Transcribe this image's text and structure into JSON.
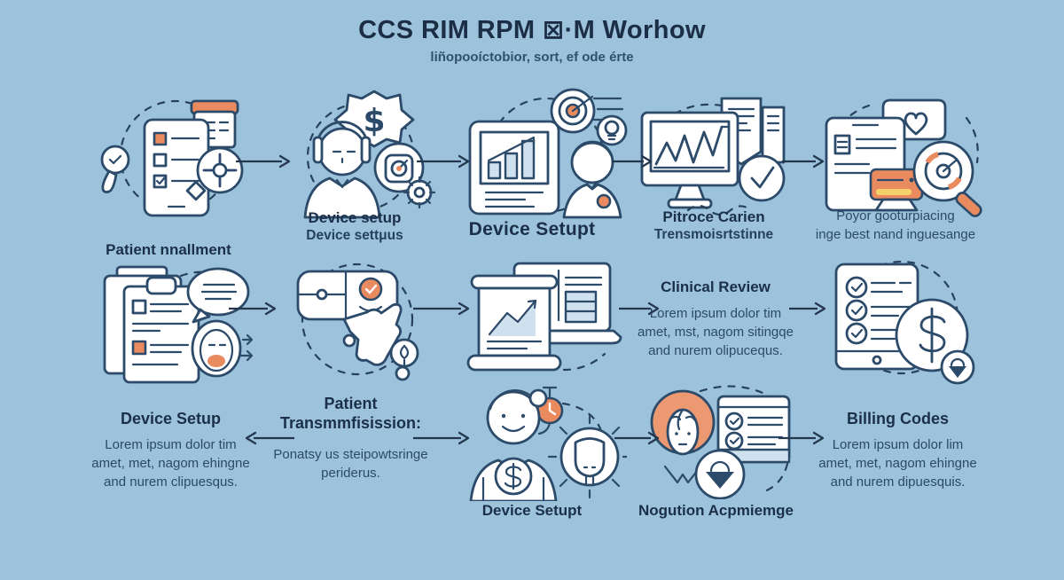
{
  "title": "CCS RIM RPM ⊠·M Worhow",
  "subtitle": "liñopooíctobior, sort, ef ode érte",
  "colors": {
    "background": "#9cc3db",
    "ink_outline": "#2c4a6a",
    "heading": "#1c2f48",
    "accent_orange": "#e98a5f",
    "accent_yellow": "#f5d06b",
    "icon_fill": "#ffffff"
  },
  "row1": {
    "step1": {
      "label": "Patient nnallment"
    },
    "step2": {
      "label": "Device setup",
      "sublabel": "Device settμus"
    },
    "step3": {
      "label": "Device Setupt"
    },
    "step4": {
      "label": "Pitroce Carien",
      "sublabel": "Trensmoisrtstinne"
    },
    "step5": {
      "caption1": "Poyor gooturpiacing",
      "caption2": "inge best nand inguesange"
    }
  },
  "row2": {
    "step4": {
      "title": "Clinical Review",
      "line1": "Lorem ipsum dolor tim",
      "line2": "amet, mst, nagom sitingqe",
      "line3": "and nurem olipucequs."
    }
  },
  "row3": {
    "step1": {
      "title": "Device Setup",
      "line1": "Lorem ipsum dolor tim",
      "line2": "amet, met, nagom ehingne",
      "line3": "and nurem clipuesqus."
    },
    "step2": {
      "title1": "Patient",
      "title2": "Transmmfisission:",
      "line1": "Ponatsy us steipowtsringe",
      "line2": "periderus."
    },
    "step3": {
      "label": "Device Setupt"
    },
    "step4": {
      "label": "Nogution Acpmiemge"
    },
    "step5": {
      "title": "Billing Codes",
      "line1": "Lorem ipsum dolor lim",
      "line2": "amet, met, nagom ehingne",
      "line3": "and nurem dipuesquis."
    }
  }
}
